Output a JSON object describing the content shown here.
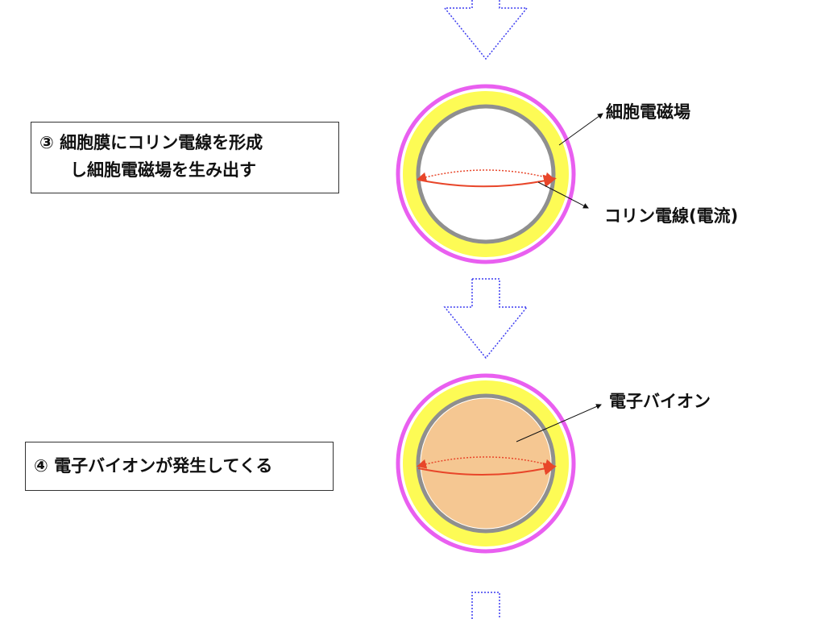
{
  "step3": {
    "line1": "③ 細胞膜にコリン電線を形成",
    "line2": "し細胞電磁場を生み出す"
  },
  "step4": {
    "line1": "④ 電子バイオンが発生してくる"
  },
  "labels": {
    "field": "細胞電磁場",
    "wire": "コリン電線(電流)",
    "bion": "電子バイオン"
  },
  "colors": {
    "outer": "#e95ff0",
    "field": "#fdfb55",
    "membrane": "#8f8f8f",
    "current": "#e8462a",
    "bion": "#f5c792",
    "arrow": "#3c3cf0"
  }
}
